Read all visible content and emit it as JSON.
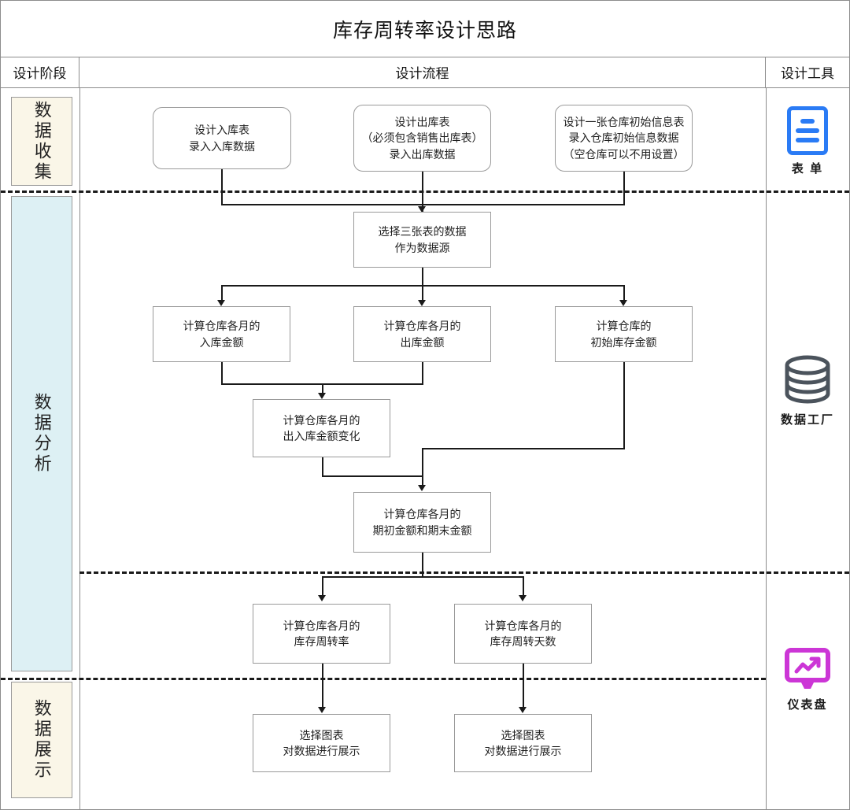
{
  "title": "库存周转率设计思路",
  "columns": {
    "stage": "设计阶段",
    "flow": "设计流程",
    "tools": "设计工具"
  },
  "stages": [
    {
      "id": "collect",
      "label": "数据收集",
      "color": "#faf6e8"
    },
    {
      "id": "analyze",
      "label": "数据分析",
      "color": "#ddf0f4"
    },
    {
      "id": "display",
      "label": "数据展示",
      "color": "#faf6e8"
    }
  ],
  "tools": [
    {
      "id": "form",
      "label": "表 单",
      "icon": "form-icon",
      "color": "#2a7bf5"
    },
    {
      "id": "factory",
      "label": "数据工厂",
      "icon": "database-icon",
      "color": "#4b535c"
    },
    {
      "id": "dashboard",
      "label": "仪表盘",
      "icon": "dashboard-monitor-icon",
      "color": "#cc36d6"
    }
  ],
  "nodes": {
    "n1": "设计入库表\n录入入库数据",
    "n2": "设计出库表\n（必须包含销售出库表）\n录入出库数据",
    "n3": "设计一张仓库初始信息表\n录入仓库初始信息数据\n（空仓库可以不用设置）",
    "n4": "选择三张表的数据\n作为数据源",
    "n5": "计算仓库各月的\n入库金额",
    "n6": "计算仓库各月的\n出库金额",
    "n7": "计算仓库的\n初始库存金额",
    "n8": "计算仓库各月的\n出入库金额变化",
    "n9": "计算仓库各月的\n期初金额和期末金额",
    "n10": "计算仓库各月的\n库存周转率",
    "n11": "计算仓库各月的\n库存周转天数",
    "n12": "选择图表\n对数据进行展示",
    "n13": "选择图表\n对数据进行展示"
  }
}
